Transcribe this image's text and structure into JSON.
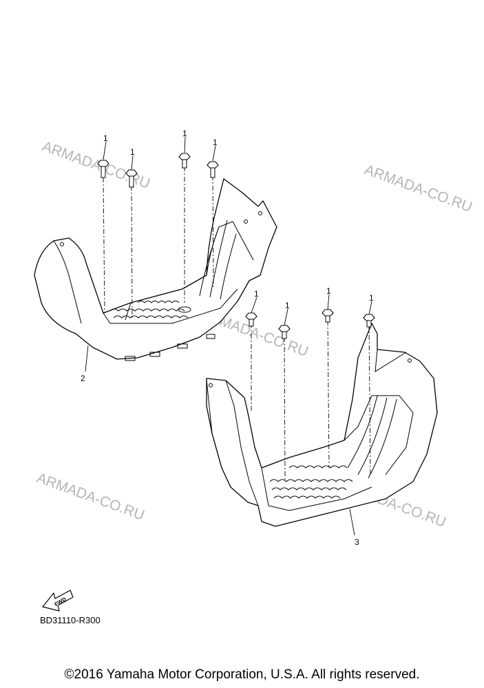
{
  "watermark": "ARMADA-CO.RU",
  "callouts": {
    "bolt": "1",
    "left_footrest": "2",
    "right_footrest": "3"
  },
  "fwd_label": "FWD",
  "reference_code": "BD31110-R300",
  "copyright": "©2016 Yamaha Motor Corporation, U.S.A. All rights reserved."
}
